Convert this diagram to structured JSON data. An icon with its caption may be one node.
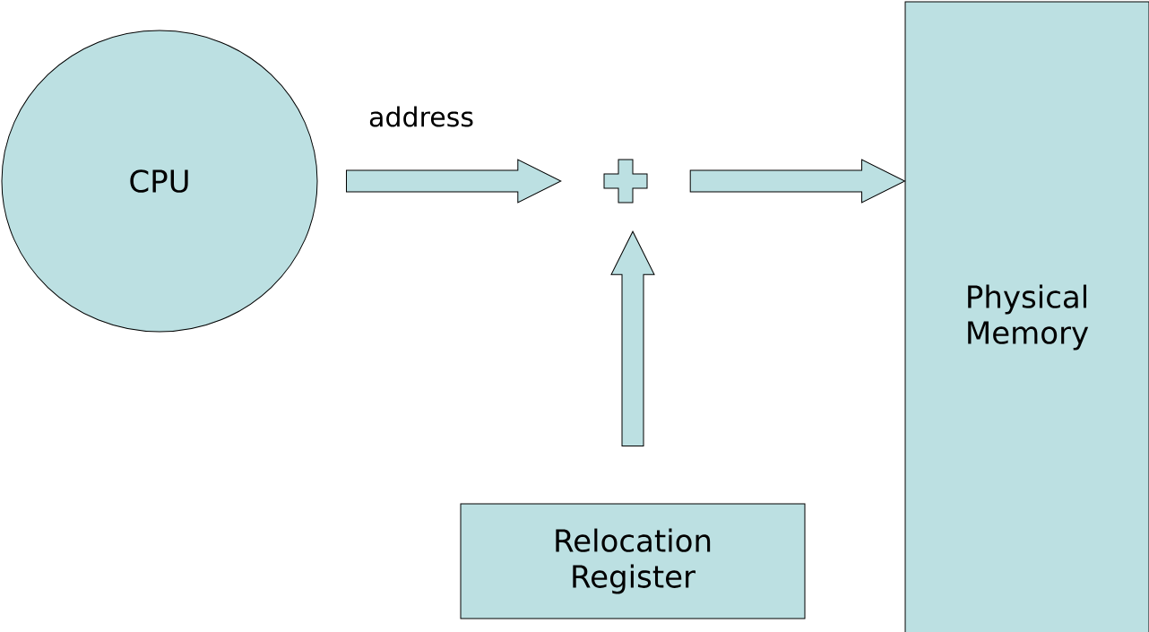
{
  "diagram": {
    "nodes": [
      {
        "text": [
          "CPU"
        ]
      },
      {
        "text": [],
        "shape": "plus"
      },
      {
        "text": [
          "Physical Memory"
        ]
      },
      {
        "text": [
          "Relocation Register"
        ]
      }
    ],
    "edges": [
      {
        "from": 0,
        "to": 1,
        "arrow": "to",
        "label": "address"
      },
      {
        "from": 1,
        "to": 2,
        "arrow": "to"
      },
      {
        "from": 3,
        "to": 1,
        "arrow": "to"
      }
    ]
  }
}
